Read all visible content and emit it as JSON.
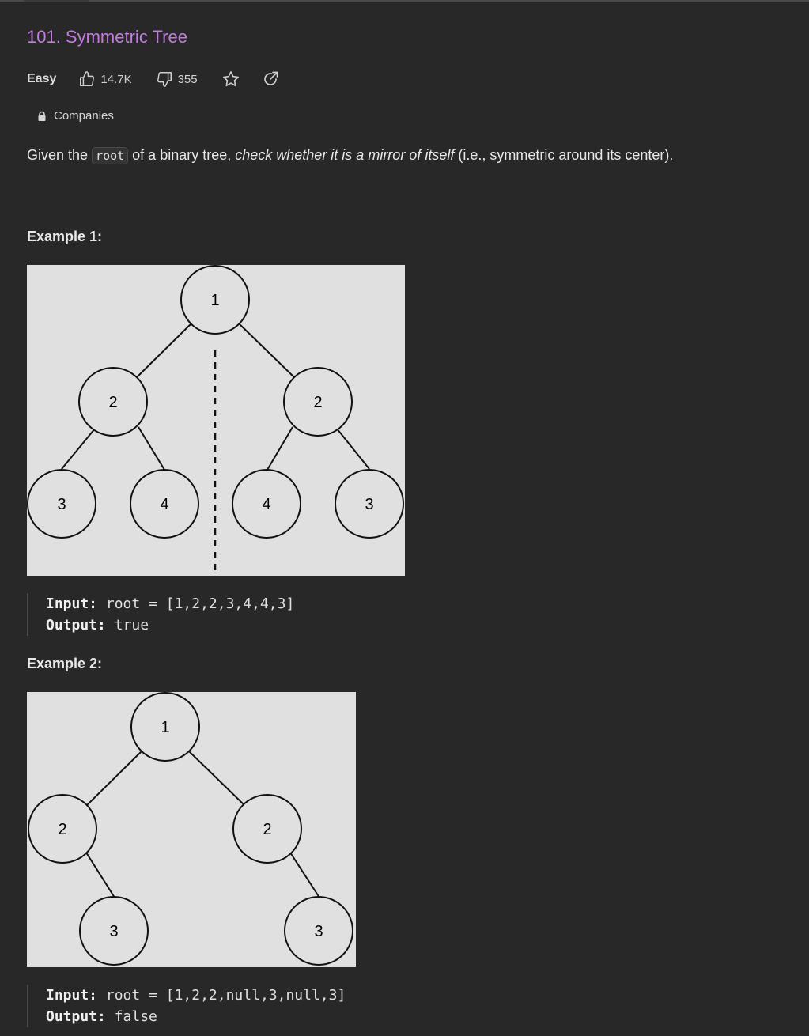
{
  "problem": {
    "title": "101. Symmetric Tree",
    "difficulty": "Easy",
    "likes": "14.7K",
    "dislikes": "355",
    "companies_label": "Companies",
    "description": {
      "before": "Given the ",
      "code": "root",
      "middle": " of a binary tree, ",
      "emphasis": "check whether it is a mirror of itself",
      "after": " (i.e., symmetric around its center)."
    }
  },
  "examples": [
    {
      "heading": "Example 1:",
      "tree_values": [
        "1",
        "2",
        "2",
        "3",
        "4",
        "4",
        "3"
      ],
      "input_label": "Input:",
      "input_value": "root = [1,2,2,3,4,4,3]",
      "output_label": "Output:",
      "output_value": "true"
    },
    {
      "heading": "Example 2:",
      "tree_values": [
        "1",
        "2",
        "2",
        "3",
        "3"
      ],
      "input_label": "Input:",
      "input_value": "root = [1,2,2,null,3,null,3]",
      "output_label": "Output:",
      "output_value": "false"
    }
  ],
  "icons": [
    "thumbs-up-icon",
    "thumbs-down-icon",
    "star-icon",
    "share-icon",
    "lock-icon"
  ],
  "colors": {
    "title": "#c27ce0",
    "background": "#282828",
    "figure_bg": "#e0e0e0"
  }
}
